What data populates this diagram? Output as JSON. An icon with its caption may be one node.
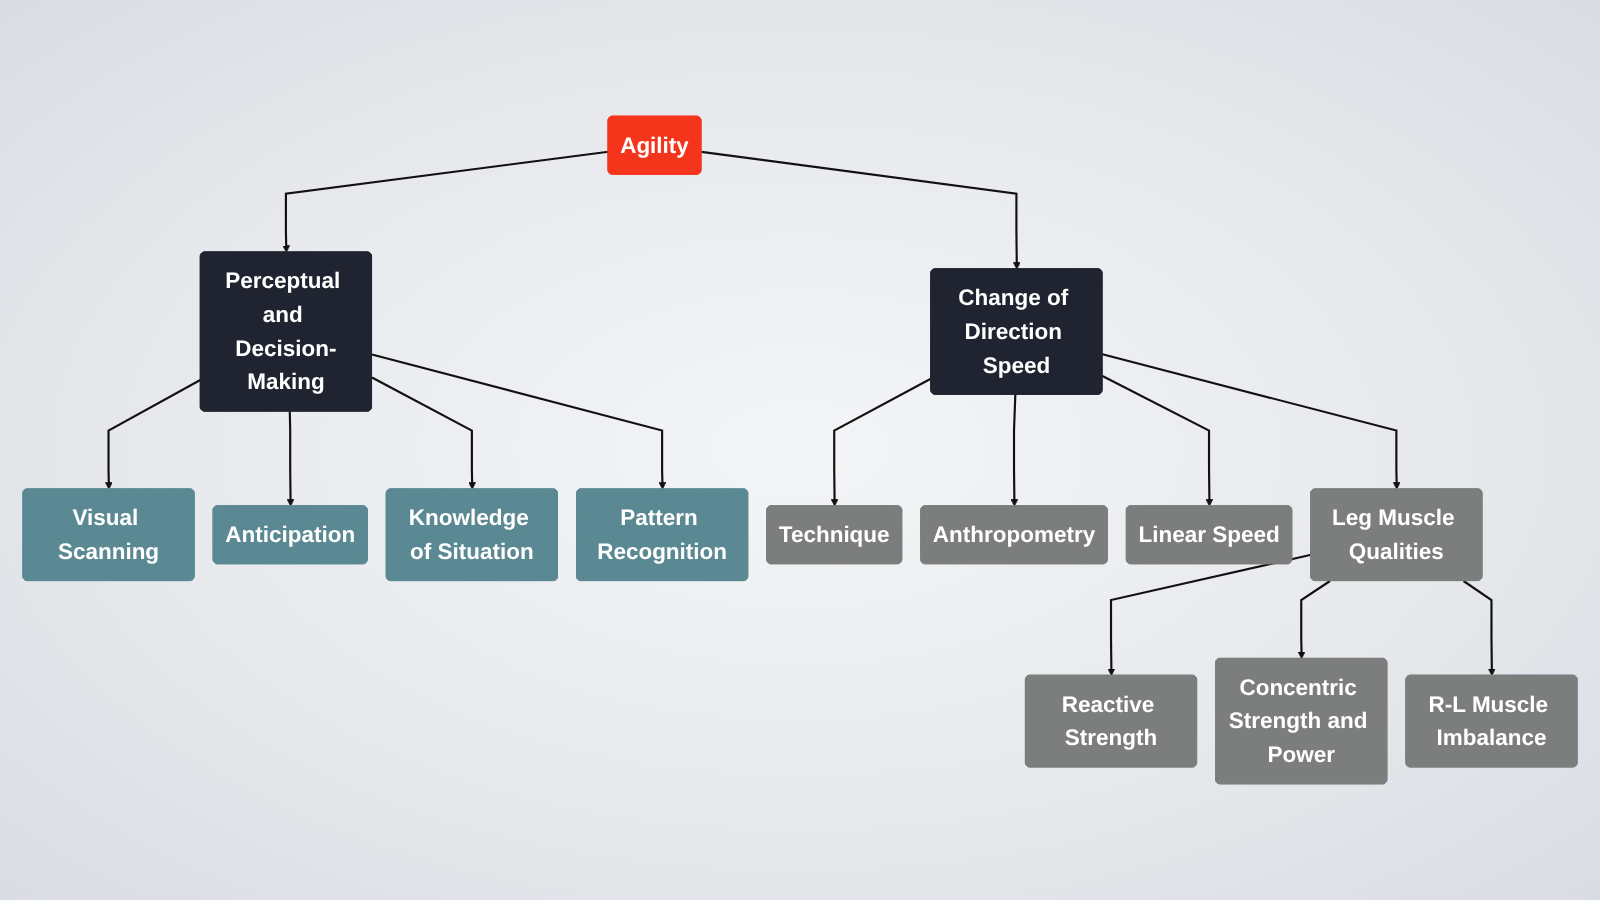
{
  "diagram": {
    "nodes": [
      {
        "text": [
          "Agility"
        ]
      },
      {
        "text": [
          "Perceptual and Decision-Making"
        ]
      },
      {
        "text": [
          "Change of Direction Speed"
        ]
      },
      {
        "text": [
          "Visual Scanning"
        ]
      },
      {
        "text": [
          "Anticipation"
        ]
      },
      {
        "text": [
          "Knowledge of Situation"
        ]
      },
      {
        "text": [
          "Pattern Recognition"
        ]
      },
      {
        "text": [
          "Technique"
        ]
      },
      {
        "text": [
          "Anthropometry"
        ]
      },
      {
        "text": [
          "Linear Speed"
        ]
      },
      {
        "text": [
          "Leg Muscle Qualities"
        ]
      },
      {
        "text": [
          "Reactive Strength"
        ]
      },
      {
        "text": [
          "R-L Muscle Imbalance"
        ]
      },
      {
        "text": [
          "Concentric Strength and Power"
        ]
      }
    ],
    "edges": [
      {
        "from": 0,
        "to": 1,
        "arrow": "to"
      },
      {
        "from": 0,
        "to": 2,
        "arrow": "to"
      },
      {
        "from": 1,
        "to": 3,
        "arrow": "to"
      },
      {
        "from": 1,
        "to": 5,
        "arrow": "to"
      },
      {
        "from": 1,
        "to": 6,
        "arrow": "to"
      },
      {
        "from": 1,
        "to": 4,
        "arrow": "to"
      },
      {
        "from": 2,
        "to": 7,
        "arrow": "to"
      },
      {
        "from": 2,
        "to": 9,
        "arrow": "to"
      },
      {
        "from": 2,
        "to": 8,
        "arrow": "to"
      },
      {
        "from": 2,
        "to": 10,
        "arrow": "to"
      },
      {
        "from": 10,
        "to": 11,
        "arrow": "to"
      },
      {
        "from": 10,
        "to": 13,
        "arrow": "to"
      },
      {
        "from": 10,
        "to": 12,
        "arrow": "to"
      }
    ]
  }
}
